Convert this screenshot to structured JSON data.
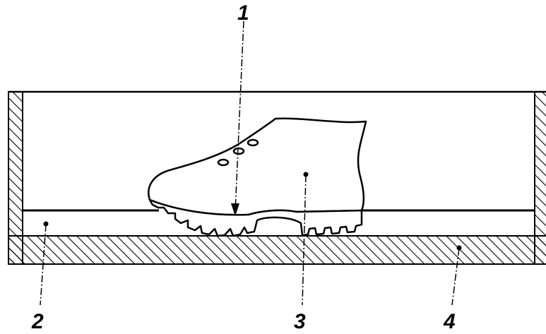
{
  "diagram": {
    "labels": {
      "l1": "1",
      "l2": "2",
      "l3": "3",
      "l4": "4"
    },
    "colors": {
      "line": "#000000",
      "background": "#ffffff"
    }
  }
}
